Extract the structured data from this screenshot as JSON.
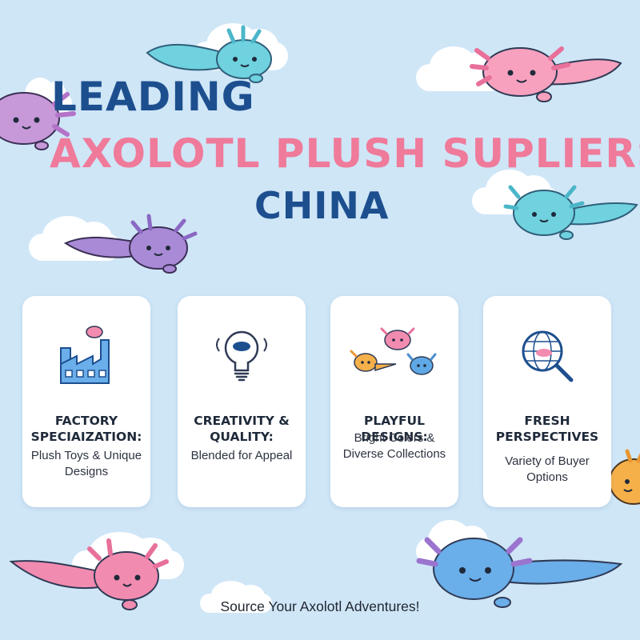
{
  "title": {
    "line1": "LEADING",
    "line2": "AXOLOTL PLUSH SUPLIERS",
    "line3": "CHINA"
  },
  "cards": [
    {
      "icon": "factory-icon",
      "heading": "FACTORY SPECIAIZATION:",
      "description": "Plush Toys & Unique Designs"
    },
    {
      "icon": "lightbulb-icon",
      "heading": "CREATIVITY & QUALITY:",
      "description": "Blended for Appeal"
    },
    {
      "icon": "axolotl-group-icon",
      "heading": "PLAYFUL DESIGNS:",
      "description": "Bright Colors & Diverse Collections"
    },
    {
      "icon": "globe-magnifier-icon",
      "heading": "FRESH PERSPECTIVES",
      "description": "Variety of Buyer Options"
    }
  ],
  "tagline": "Source Your Axolotl Adventures!",
  "colors": {
    "background": "#cfe6f7",
    "title_blue": "#1d4f8f",
    "title_pink": "#ef7a9a",
    "axolotl_pink": "#f28bb0",
    "axolotl_teal": "#5ec8d8",
    "axolotl_purple": "#a98ad6",
    "axolotl_blue": "#5fa8e6",
    "axolotl_orange": "#f5b04a"
  }
}
